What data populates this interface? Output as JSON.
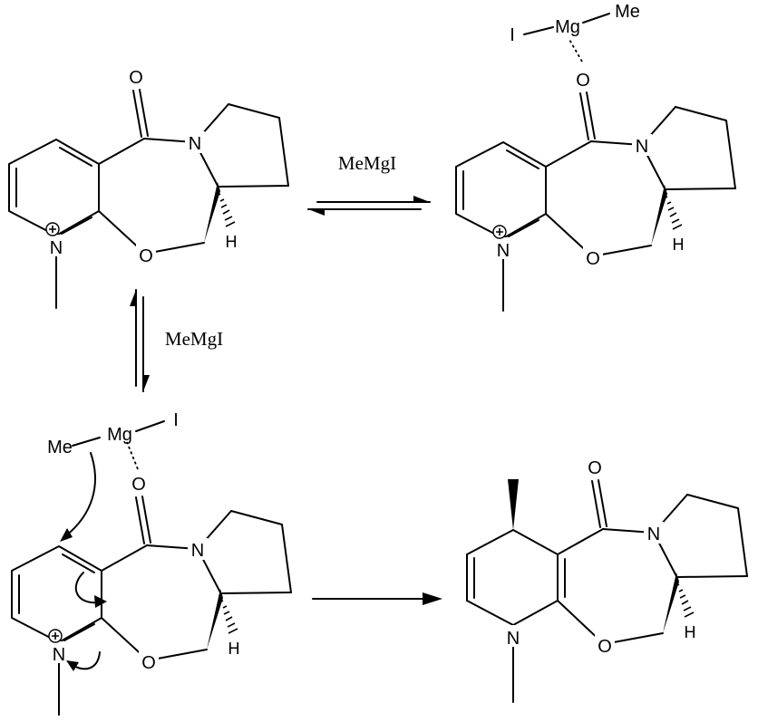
{
  "scheme": {
    "reagent_label": "MeMgI",
    "atom_labels": {
      "oxygen": "O",
      "nitrogen": "N",
      "hydrogen": "H"
    },
    "complex_labels": {
      "magnesium": "Mg",
      "methyl": "Me",
      "iodine": "I"
    }
  }
}
